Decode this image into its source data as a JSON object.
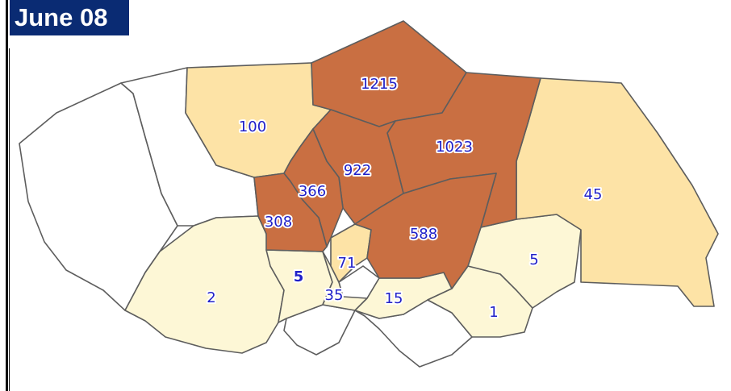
{
  "title": "June 08",
  "colors": {
    "high": "#c96f42",
    "medium": "#fde3a6",
    "low": "#fdf7d6",
    "none": "#ffffff",
    "border": "#5d5d5d",
    "label": "#2020c8",
    "badge": "#0a2b73"
  },
  "regions": [
    {
      "id": "north-center",
      "value": "1215",
      "level": "high"
    },
    {
      "id": "north-east-center",
      "value": "1023",
      "level": "high"
    },
    {
      "id": "center",
      "value": "922",
      "level": "high"
    },
    {
      "id": "center-south",
      "value": "588",
      "level": "high"
    },
    {
      "id": "center-west",
      "value": "366",
      "level": "high"
    },
    {
      "id": "west-center",
      "value": "308",
      "level": "high"
    },
    {
      "id": "north-west",
      "value": "100",
      "level": "medium"
    },
    {
      "id": "east",
      "value": "45",
      "level": "medium"
    },
    {
      "id": "south-center-small",
      "value": "71",
      "level": "medium"
    },
    {
      "id": "south-west",
      "value": "2",
      "level": "low"
    },
    {
      "id": "south-west-center",
      "value": "5",
      "level": "low"
    },
    {
      "id": "south-center",
      "value": "35",
      "level": "low"
    },
    {
      "id": "south-middle",
      "value": "15",
      "level": "low"
    },
    {
      "id": "south-east",
      "value": "1",
      "level": "low"
    },
    {
      "id": "east-south",
      "value": "5",
      "level": "low"
    }
  ]
}
